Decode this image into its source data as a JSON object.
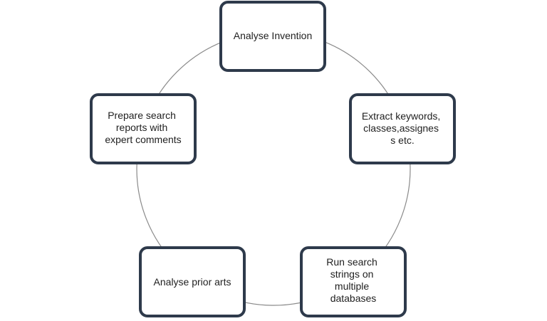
{
  "colors": {
    "box_border": "#2e3a4b",
    "cycle_line": "#8a8a8a",
    "text": "#1f1f1f",
    "background": "#ffffff"
  },
  "nodes": [
    {
      "id": "analyse-invention",
      "lines": [
        "Analyse Invention"
      ]
    },
    {
      "id": "extract-keywords",
      "lines": [
        "Extract  keywords,",
        "classes,assignes",
        "s etc."
      ]
    },
    {
      "id": "run-search-strings",
      "lines": [
        "Run search",
        "strings on",
        "multiple",
        "databases"
      ]
    },
    {
      "id": "analyse-prior-arts",
      "lines": [
        "Analyse prior arts"
      ]
    },
    {
      "id": "prepare-search-reports",
      "lines": [
        "Prepare search",
        "reports with",
        "expert  comments"
      ]
    }
  ]
}
